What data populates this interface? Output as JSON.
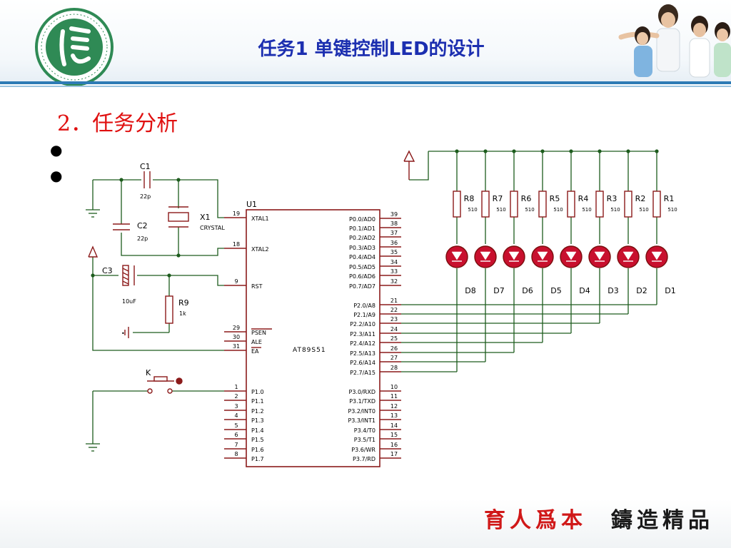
{
  "header": {
    "title": "任务1    单键控制LED的设计"
  },
  "section_heading": "2．任务分析",
  "bullets": [
    "●",
    "●"
  ],
  "schematic": {
    "cap_c1": {
      "ref": "C1",
      "value": "22p"
    },
    "cap_c2": {
      "ref": "C2",
      "value": "22p"
    },
    "cap_c3": {
      "ref": "C3",
      "value": "10uF"
    },
    "crystal": {
      "ref": "X1",
      "value": "CRYSTAL"
    },
    "res_r9": {
      "ref": "R9",
      "value": "1k"
    },
    "switch": {
      "ref": "K"
    },
    "chip": {
      "ref": "U1",
      "part": "AT89S51"
    },
    "chip_left_pins": [
      {
        "num": "19",
        "name": "XTAL1"
      },
      {
        "num": "18",
        "name": "XTAL2"
      },
      {
        "num": "9",
        "name": "RST"
      },
      {
        "num": "29",
        "name": "PSEN"
      },
      {
        "num": "30",
        "name": "ALE"
      },
      {
        "num": "31",
        "name": "EA"
      },
      {
        "num": "1",
        "name": "P1.0"
      },
      {
        "num": "2",
        "name": "P1.1"
      },
      {
        "num": "3",
        "name": "P1.2"
      },
      {
        "num": "4",
        "name": "P1.3"
      },
      {
        "num": "5",
        "name": "P1.4"
      },
      {
        "num": "6",
        "name": "P1.5"
      },
      {
        "num": "7",
        "name": "P1.6"
      },
      {
        "num": "8",
        "name": "P1.7"
      }
    ],
    "chip_right_pins": [
      {
        "num": "39",
        "name": "P0.0/AD0"
      },
      {
        "num": "38",
        "name": "P0.1/AD1"
      },
      {
        "num": "37",
        "name": "P0.2/AD2"
      },
      {
        "num": "36",
        "name": "P0.3/AD3"
      },
      {
        "num": "35",
        "name": "P0.4/AD4"
      },
      {
        "num": "34",
        "name": "P0.5/AD5"
      },
      {
        "num": "33",
        "name": "P0.6/AD6"
      },
      {
        "num": "32",
        "name": "P0.7/AD7"
      },
      {
        "num": "21",
        "name": "P2.0/A8"
      },
      {
        "num": "22",
        "name": "P2.1/A9"
      },
      {
        "num": "23",
        "name": "P2.2/A10"
      },
      {
        "num": "24",
        "name": "P2.3/A11"
      },
      {
        "num": "25",
        "name": "P2.4/A12"
      },
      {
        "num": "26",
        "name": "P2.5/A13"
      },
      {
        "num": "27",
        "name": "P2.6/A14"
      },
      {
        "num": "28",
        "name": "P2.7/A15"
      },
      {
        "num": "10",
        "name": "P3.0/RXD"
      },
      {
        "num": "11",
        "name": "P3.1/TXD"
      },
      {
        "num": "12",
        "name": "P3.2/INT0"
      },
      {
        "num": "13",
        "name": "P3.3/INT1"
      },
      {
        "num": "14",
        "name": "P3.4/T0"
      },
      {
        "num": "15",
        "name": "P3.5/T1"
      },
      {
        "num": "16",
        "name": "P3.6/WR"
      },
      {
        "num": "17",
        "name": "P3.7/RD"
      }
    ],
    "resistors": [
      {
        "ref": "R8",
        "value": "510"
      },
      {
        "ref": "R7",
        "value": "510"
      },
      {
        "ref": "R6",
        "value": "510"
      },
      {
        "ref": "R5",
        "value": "510"
      },
      {
        "ref": "R4",
        "value": "510"
      },
      {
        "ref": "R3",
        "value": "510"
      },
      {
        "ref": "R2",
        "value": "510"
      },
      {
        "ref": "R1",
        "value": "510"
      }
    ],
    "leds": [
      "D8",
      "D7",
      "D6",
      "D5",
      "D4",
      "D3",
      "D2",
      "D1"
    ]
  },
  "footer": {
    "left": "育人爲本",
    "right": "鑄造精品"
  },
  "colors": {
    "wire": "#1d5c1d",
    "component": "#8b1a1a",
    "led_fill": "#c8102e",
    "title": "#1c2fb0",
    "heading": "#e01010"
  }
}
